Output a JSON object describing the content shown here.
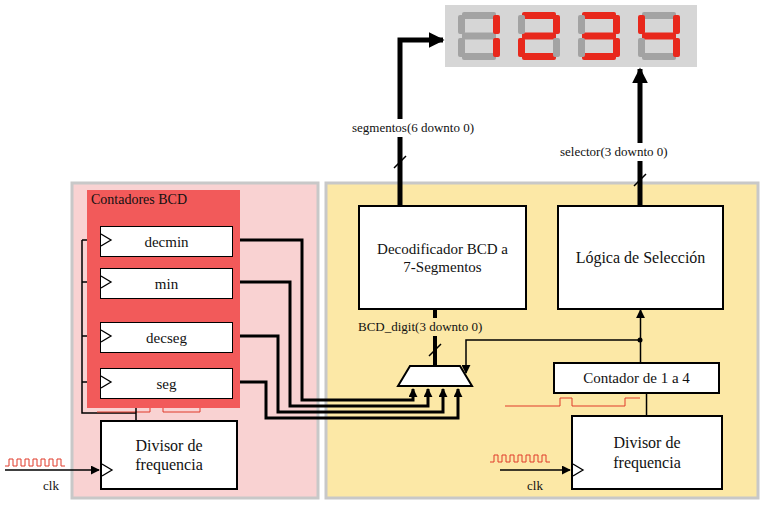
{
  "diagram": {
    "nodes": [
      {
        "text": [
          "Contadores BCD"
        ]
      },
      {
        "text": [
          "decmin"
        ],
        "in": 0
      },
      {
        "text": [
          "min"
        ],
        "in": 0
      },
      {
        "text": [
          "decseg"
        ],
        "in": 0
      },
      {
        "text": [
          "seg"
        ],
        "in": 0
      },
      {
        "text": [
          "Divisor de frequencia"
        ]
      },
      {
        "text": [
          "Decodificador BCD a 7-Segmentos"
        ]
      },
      {
        "text": [
          "Lógica de Selección"
        ]
      },
      {
        "text": [
          "Contador de 1 a 4"
        ]
      },
      {
        "text": [
          "Divisor de frequencia"
        ]
      }
    ],
    "edges": [
      {
        "from": 5,
        "to": 4,
        "arrow": "none"
      },
      {
        "from": 4,
        "to": 3,
        "arrow": "none"
      },
      {
        "from": 3,
        "to": 2,
        "arrow": "none"
      },
      {
        "from": 2,
        "to": 1,
        "arrow": "none"
      },
      {
        "from": 9,
        "to": 8,
        "arrow": "none"
      },
      {
        "from": 8,
        "to": 7,
        "arrow": "to"
      }
    ],
    "labels": [
      "segmentos(6 downto 0)",
      "selector(3 downto 0)",
      "BCD_digit(3 downto 0)",
      "clk",
      "clk"
    ]
  }
}
